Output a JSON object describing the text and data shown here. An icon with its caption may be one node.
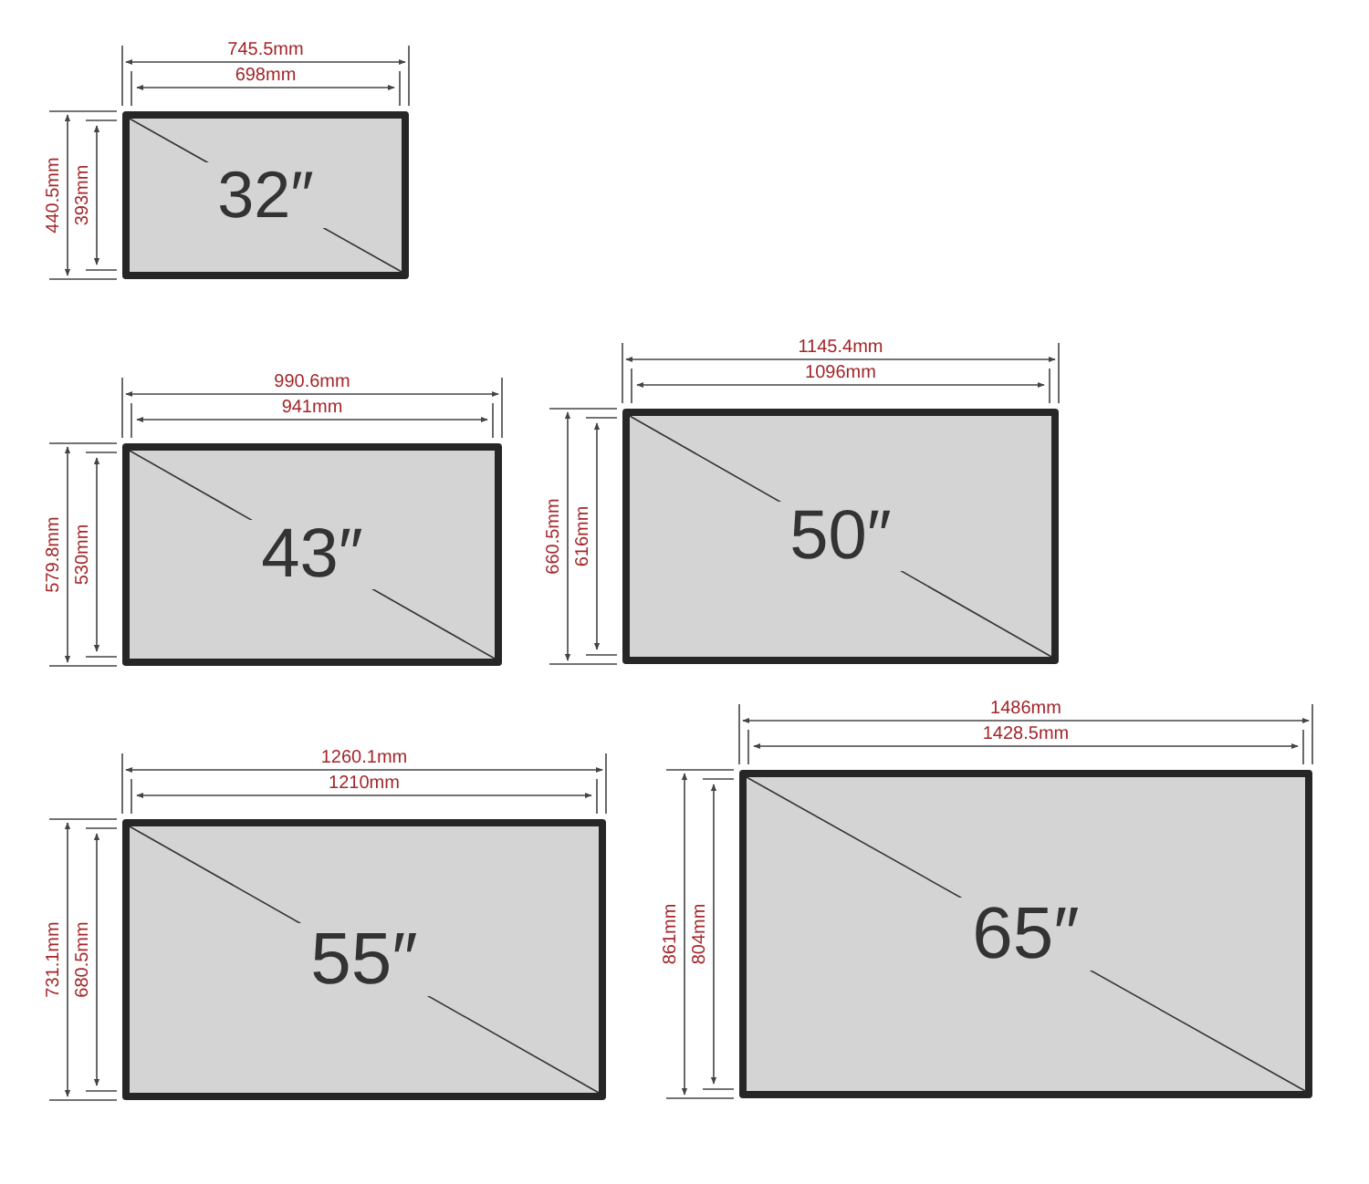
{
  "diagram": {
    "nodes": [
      {
        "text": [
          "32″"
        ]
      },
      {
        "text": [
          "43″"
        ]
      },
      {
        "text": [
          "50″"
        ]
      },
      {
        "text": [
          "55″"
        ]
      },
      {
        "text": [
          "65″"
        ]
      }
    ],
    "labels": [
      "745.5mm",
      "698mm",
      "440.5mm",
      "393mm",
      "990.6mm",
      "941mm",
      "579.8mm",
      "530mm",
      "1145.4mm",
      "1096mm",
      "660.5mm",
      "616mm",
      "1260.1mm",
      "1210mm",
      "731.1mm",
      "680.5mm",
      "1486mm",
      "1428.5mm",
      "861mm",
      "804mm"
    ]
  }
}
